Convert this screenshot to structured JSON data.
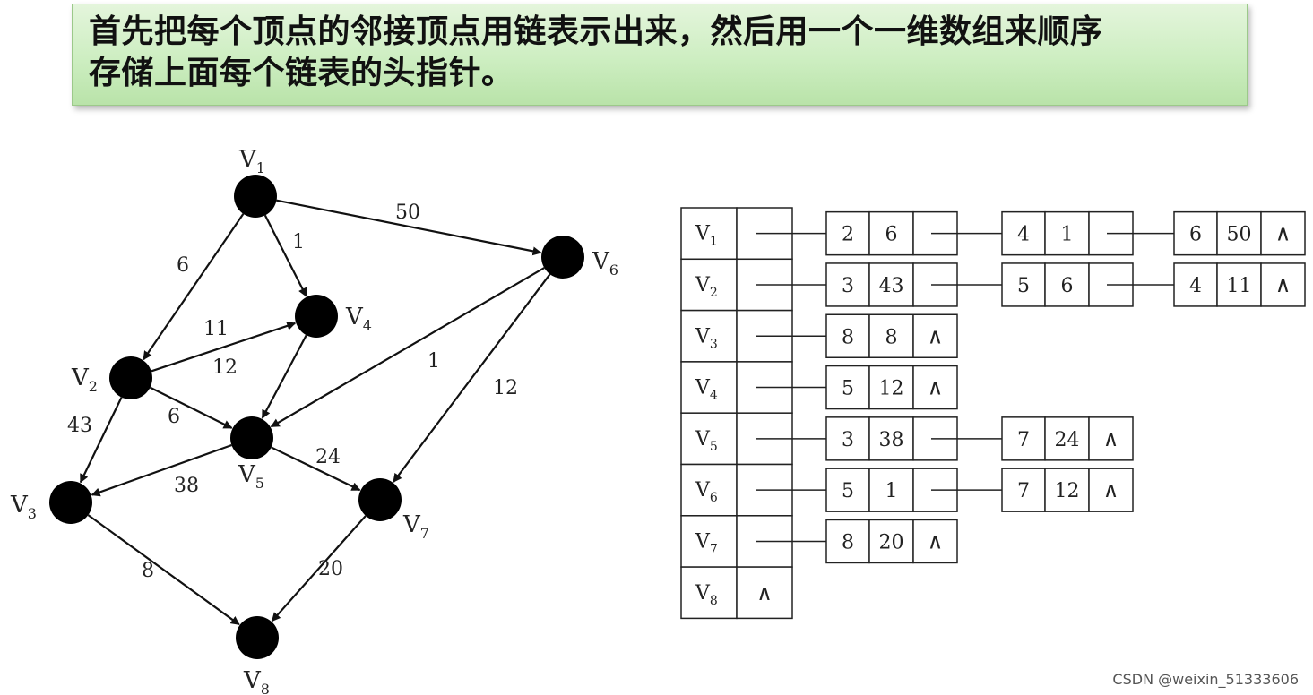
{
  "banner": {
    "text": "首先把每个顶点的邻接顶点用链表示出来，然后用一个一维数组来顺序\n存储上面每个链表的头指针。"
  },
  "graph": {
    "vertices": [
      {
        "id": 1,
        "name": "V",
        "sub": "1"
      },
      {
        "id": 2,
        "name": "V",
        "sub": "2"
      },
      {
        "id": 3,
        "name": "V",
        "sub": "3"
      },
      {
        "id": 4,
        "name": "V",
        "sub": "4"
      },
      {
        "id": 5,
        "name": "V",
        "sub": "5"
      },
      {
        "id": 6,
        "name": "V",
        "sub": "6"
      },
      {
        "id": 7,
        "name": "V",
        "sub": "7"
      },
      {
        "id": 8,
        "name": "V",
        "sub": "8"
      }
    ],
    "edges": [
      {
        "from": 1,
        "to": 2,
        "weight": "6"
      },
      {
        "from": 1,
        "to": 4,
        "weight": "1"
      },
      {
        "from": 1,
        "to": 6,
        "weight": "50"
      },
      {
        "from": 2,
        "to": 3,
        "weight": "43"
      },
      {
        "from": 2,
        "to": 5,
        "weight": "6"
      },
      {
        "from": 2,
        "to": 4,
        "weight": "11"
      },
      {
        "from": 3,
        "to": 8,
        "weight": "8"
      },
      {
        "from": 4,
        "to": 5,
        "weight": "12"
      },
      {
        "from": 5,
        "to": 3,
        "weight": "38"
      },
      {
        "from": 5,
        "to": 7,
        "weight": "24"
      },
      {
        "from": 6,
        "to": 5,
        "weight": "1"
      },
      {
        "from": 6,
        "to": 7,
        "weight": "12"
      },
      {
        "from": 7,
        "to": 8,
        "weight": "20"
      }
    ]
  },
  "adjacency": {
    "null_symbol": "∧",
    "rows": [
      {
        "label": "V",
        "sub": "1",
        "nodes": [
          [
            "2",
            "6"
          ],
          [
            "4",
            "1"
          ],
          [
            "6",
            "50"
          ]
        ]
      },
      {
        "label": "V",
        "sub": "2",
        "nodes": [
          [
            "3",
            "43"
          ],
          [
            "5",
            "6"
          ],
          [
            "4",
            "11"
          ]
        ]
      },
      {
        "label": "V",
        "sub": "3",
        "nodes": [
          [
            "8",
            "8"
          ]
        ]
      },
      {
        "label": "V",
        "sub": "4",
        "nodes": [
          [
            "5",
            "12"
          ]
        ]
      },
      {
        "label": "V",
        "sub": "5",
        "nodes": [
          [
            "3",
            "38"
          ],
          [
            "7",
            "24"
          ]
        ]
      },
      {
        "label": "V",
        "sub": "6",
        "nodes": [
          [
            "5",
            "1"
          ],
          [
            "7",
            "12"
          ]
        ]
      },
      {
        "label": "V",
        "sub": "7",
        "nodes": [
          [
            "8",
            "20"
          ]
        ]
      },
      {
        "label": "V",
        "sub": "8",
        "nodes": []
      }
    ]
  },
  "watermark": "CSDN @weixin_51333606"
}
